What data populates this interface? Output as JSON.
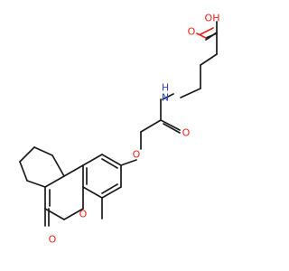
{
  "structure": {
    "atoms": [
      {
        "id": "O_oh",
        "label": "OH",
        "element": "O"
      },
      {
        "id": "O_acid",
        "label": "O",
        "element": "O"
      },
      {
        "id": "N_amide",
        "label": "H\nN",
        "element": "N"
      },
      {
        "id": "O_amide",
        "label": "O",
        "element": "O"
      },
      {
        "id": "O_ether",
        "label": "O",
        "element": "O"
      },
      {
        "id": "O_ring",
        "label": "O",
        "element": "O"
      },
      {
        "id": "O_keto",
        "label": "O",
        "element": "O"
      }
    ],
    "colors": {
      "carbon": "#1a1a1a",
      "oxygen": "#e8231b",
      "nitrogen": "#2d44c8",
      "background": "#ffffff"
    }
  }
}
